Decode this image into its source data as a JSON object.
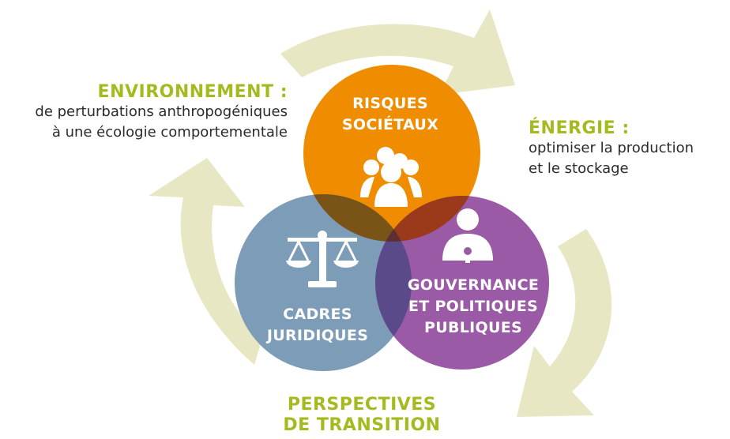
{
  "colors": {
    "arrows": "#e8e7c3",
    "accent_green": "#a6ba1f",
    "risques": "#f08c00",
    "cadres": "#7d9cb8",
    "gouvernance": "#9a5aa6"
  },
  "labels": {
    "environnement": {
      "title": "ENVIRONNEMENT :",
      "line1": "de perturbations anthropogéniques",
      "line2": "à une écologie comportementale"
    },
    "energie": {
      "title": "ÉNERGIE :",
      "line1": "optimiser la production",
      "line2": "et le stockage"
    },
    "perspectives": {
      "line1": "PERSPECTIVES",
      "line2": "DE TRANSITION"
    }
  },
  "circles": {
    "risques": {
      "line1": "RISQUES",
      "line2": "SOCIÉTAUX",
      "icon": "people-group-icon"
    },
    "cadres": {
      "line1": "CADRES",
      "line2": "JURIDIQUES",
      "icon": "scales-icon"
    },
    "gouvernance": {
      "line1": "GOUVERNANCE",
      "line2": "ET POLITIQUES",
      "line3": "PUBLIQUES",
      "icon": "person-gear-icon"
    }
  }
}
